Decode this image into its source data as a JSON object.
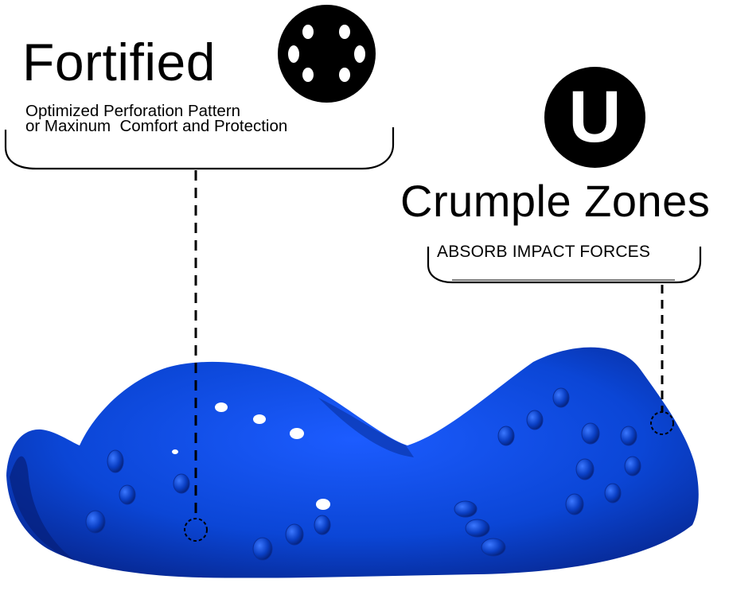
{
  "fortified": {
    "title": "Fortified",
    "subtitle_line1": "Optimized Perforation Pattern",
    "subtitle_line2": "or Maxinum  Comfort and Protection"
  },
  "crumple": {
    "badge_letter": "U",
    "title": "Crumple Zones",
    "subtitle": "ABSORB IMPACT FORCES"
  },
  "colors": {
    "product_blue": "#0b46d6",
    "product_shadow": "#06258c",
    "ink": "#000000"
  },
  "icons": {
    "perforation": "perforation-pattern-icon",
    "crumple": "u-letter-icon"
  }
}
